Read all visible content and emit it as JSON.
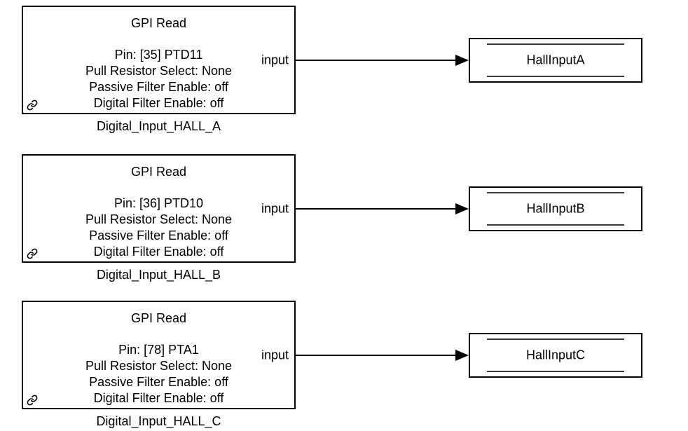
{
  "diagram": {
    "background_color": "#ffffff",
    "wire_color": "#000000",
    "block_border_color": "#000000",
    "rows": [
      {
        "gpi": {
          "title": "GPI Read",
          "params": [
            "Pin: [35] PTD11",
            "Pull Resistor Select: None",
            "Passive Filter Enable: off",
            "Digital Filter Enable: off"
          ],
          "port_label": "input",
          "name": "Digital_Input_HALL_A",
          "badge_icon": "library-link-icon"
        },
        "target": {
          "name": "HallInputA"
        }
      },
      {
        "gpi": {
          "title": "GPI Read",
          "params": [
            "Pin: [36] PTD10",
            "Pull Resistor Select: None",
            "Passive Filter Enable: off",
            "Digital Filter Enable: off"
          ],
          "port_label": "input",
          "name": "Digital_Input_HALL_B",
          "badge_icon": "library-link-icon"
        },
        "target": {
          "name": "HallInputB"
        }
      },
      {
        "gpi": {
          "title": "GPI Read",
          "params": [
            "Pin: [78] PTA1",
            "Pull Resistor Select: None",
            "Passive Filter Enable: off",
            "Digital Filter Enable: off"
          ],
          "port_label": "input",
          "name": "Digital_Input_HALL_C",
          "badge_icon": "library-link-icon"
        },
        "target": {
          "name": "HallInputC"
        }
      }
    ]
  }
}
